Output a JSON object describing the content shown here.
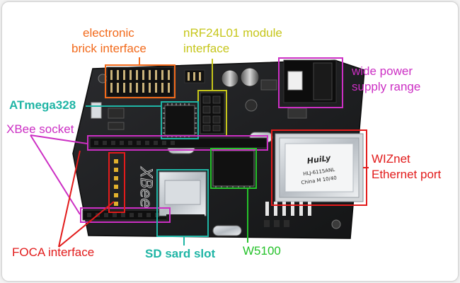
{
  "labels": {
    "electronic_brick": [
      "electronic",
      "brick interface"
    ],
    "nrf24l01": [
      "nRF24L01 module",
      "interface"
    ],
    "power": [
      "wide power",
      "supply range"
    ],
    "atmega": "ATmega328",
    "xbee_socket": "XBee socket",
    "wiznet": [
      "WIZnet",
      "Ethernet port"
    ],
    "foca": "FOCA interface",
    "sd_slot": "SD sard slot",
    "w5100": "W5100"
  },
  "board_text": {
    "jack_top": "HuiLy",
    "jack_model": "HLJ-6115ANL",
    "jack_origin": "China M 10/40",
    "xbee": "XBee"
  },
  "colors": {
    "orange": "#f26a1b",
    "yellow": "#c6c61a",
    "magenta": "#cc2fc4",
    "teal": "#1fb5a5",
    "red": "#e21b1b",
    "green": "#25c22a",
    "pcb": "#1c1d1f"
  }
}
